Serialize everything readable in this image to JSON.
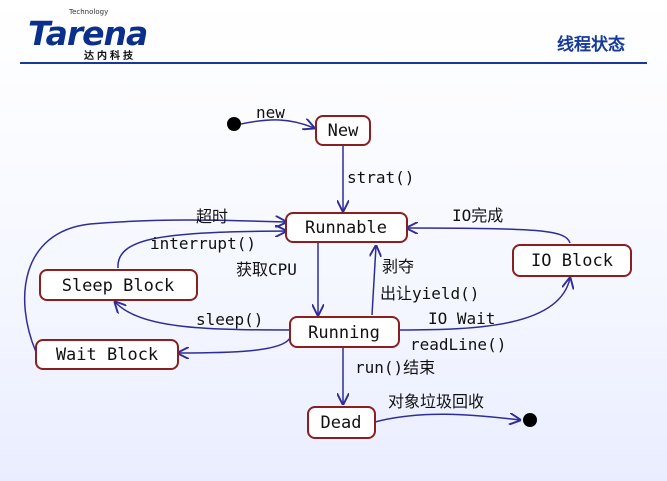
{
  "header": {
    "logo_small": "Technology",
    "logo_word": "Tarena",
    "logo_sub": "达内科技",
    "title": "线程状态"
  },
  "nodes": {
    "new": "New",
    "runnable": "Runnable",
    "running": "Running",
    "sleep_block": "Sleep Block",
    "wait_block": "Wait Block",
    "io_block": "IO Block",
    "dead": "Dead"
  },
  "edges": {
    "new": "new",
    "start": "strat()",
    "timeout": "超时",
    "interrupt": "interrupt()",
    "io_done": "IO完成",
    "get_cpu": "获取CPU",
    "preempt": "剥夺",
    "yield": "出让yield()",
    "sleep": "sleep()",
    "io_wait": "IO Wait",
    "readline": "readLine()",
    "run_end": "run()结束",
    "gc": "对象垃圾回收"
  },
  "colors": {
    "title": "#173a9a",
    "rule": "#173a9a",
    "node_border": "#8b1f1f",
    "arrow": "#2f2d95"
  }
}
